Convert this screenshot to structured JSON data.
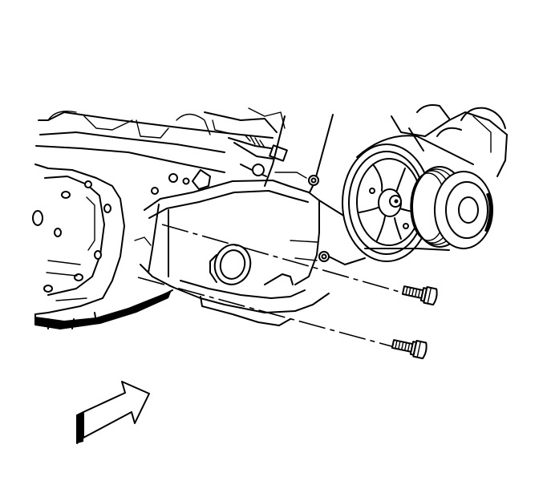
{
  "figure": {
    "palette": {
      "line": "#000000",
      "background": "#ffffff"
    },
    "parts": [
      {
        "id": "engine-block",
        "icon": "engine-block-icon"
      },
      {
        "id": "crankshaft-pulley",
        "icon": "pulley-icon"
      },
      {
        "id": "idler-pulley",
        "icon": "pulley-icon"
      },
      {
        "id": "bracket",
        "icon": "bracket-icon"
      },
      {
        "id": "upper-bolt",
        "icon": "bolt-icon"
      },
      {
        "id": "lower-bolt",
        "icon": "bolt-icon"
      },
      {
        "id": "front-direction-arrow",
        "icon": "direction-arrow-icon"
      }
    ],
    "bolt_count": 2
  }
}
